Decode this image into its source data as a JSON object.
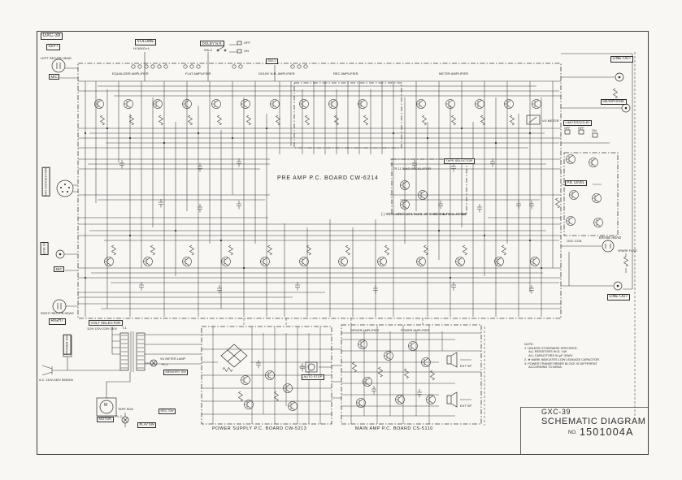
{
  "frame": {
    "tag": "GXC-39"
  },
  "title_block": {
    "model": "GXC-39",
    "title": "SCHEMATIC DIAGRAM",
    "no_prefix": "NO.",
    "number": "1501004A"
  },
  "boards": {
    "preamp": "PRE AMP P.C. BOARD CW-6214",
    "power": "POWER SUPPLY P.C. BOARD CW-5213",
    "mainamp": "MAIN AMP P.C. BOARD CS-5110"
  },
  "stages": [
    "EQUALIZER AMPLIFIER",
    "FLAT AMPLIFIER",
    "DOLBY N.R. AMPLIFIER",
    "REC AMPLIFIER",
    "METER AMPLIFIER"
  ],
  "labels": {
    "left": {
      "left": "LEFT",
      "left_head": "LEFT REC/PB HEAD",
      "mic_top": "MIC",
      "din": "DIN CONNECTOR",
      "line_in": "LINE IN",
      "mic_bottom": "MIC",
      "right_head": "RIGHT REC/PB HEAD",
      "right": "RIGHT"
    },
    "top": {
      "volume": "VOLUME",
      "volume_sub": "Hi 50KΩ×4",
      "dolby": "DOLBY N.R.",
      "dolby_sub": "SW-2",
      "off": "OFF",
      "on": "ON",
      "sw1": "SW-1"
    },
    "right": {
      "meter": "VU METER",
      "limiter": "LIMITER/DOLBY",
      "pos1": "OFF",
      "pos2": "OFF",
      "pos3": "ON",
      "line_out_top": "LINE OUT",
      "headphone": "HEADPHONE",
      "pb_level": "P.B. LEVEL",
      "osc_coil": "OSC COIL",
      "erase_head": "ERASE HEAD",
      "spare_fuse": "SPARE FUSE",
      "line_out_bottom": "LINE OUT"
    },
    "center": {
      "bias_osc": "TR-11 BIAS OSCILLATOR",
      "tape_selector": "TAPE SELECTOR",
      "chrome_note": "( ) INDICATES VOLTAGE AT CHROME REC. MODE"
    },
    "bottom": {
      "volt_selector": "VOLT SELECTOR",
      "volt_positions": "110V·120V·220V·240V",
      "power_sw": "POWER SW",
      "ac_rating": "A.C. 110V-240V 50/60Hz",
      "t1": "T-1",
      "vu_lamp": "VU METER LAMP",
      "pl1": "PL-1",
      "memory_sw": "MEMORY SW",
      "motor": "MOTOR",
      "motor_symbol": "M",
      "rec_sw": "REC SW",
      "tape_run": "TAPE RUN",
      "pl2": "PL-2",
      "play_sw": "PLAY SW",
      "auto_stop": "AUTO STOP"
    },
    "mainamp": {
      "driver": "DRIVER AMPLIFIER",
      "power": "POWER AMPLIFIER",
      "ext_sp_top": "EXT SP",
      "ext_sp_bottom": "EXT SP"
    }
  },
  "notes": {
    "heading": "NOTE:",
    "lines": [
      "1. UNLESS OTHERWISE SPECIFIED:",
      "     ALL RESISTORS IN Ω, ¼W",
      "     ALL CAPACITORS IN µF, 50WV",
      "2. ★ MARK INDICATES LOW LEAKAGE CAPACITOR.",
      "3. POWER TRANSFORMER BLOCK IS DIFFERENT",
      "     ACCORDING TO AREA."
    ]
  }
}
